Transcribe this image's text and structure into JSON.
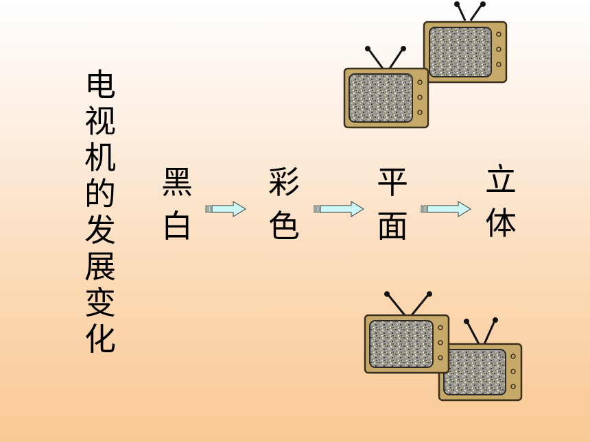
{
  "title": "电视机的发展变化",
  "stages": [
    "黑白",
    "彩色",
    "平面",
    "立体"
  ],
  "arrow_color": "#ccf7f7",
  "tv_frame_color": "#c6a868"
}
